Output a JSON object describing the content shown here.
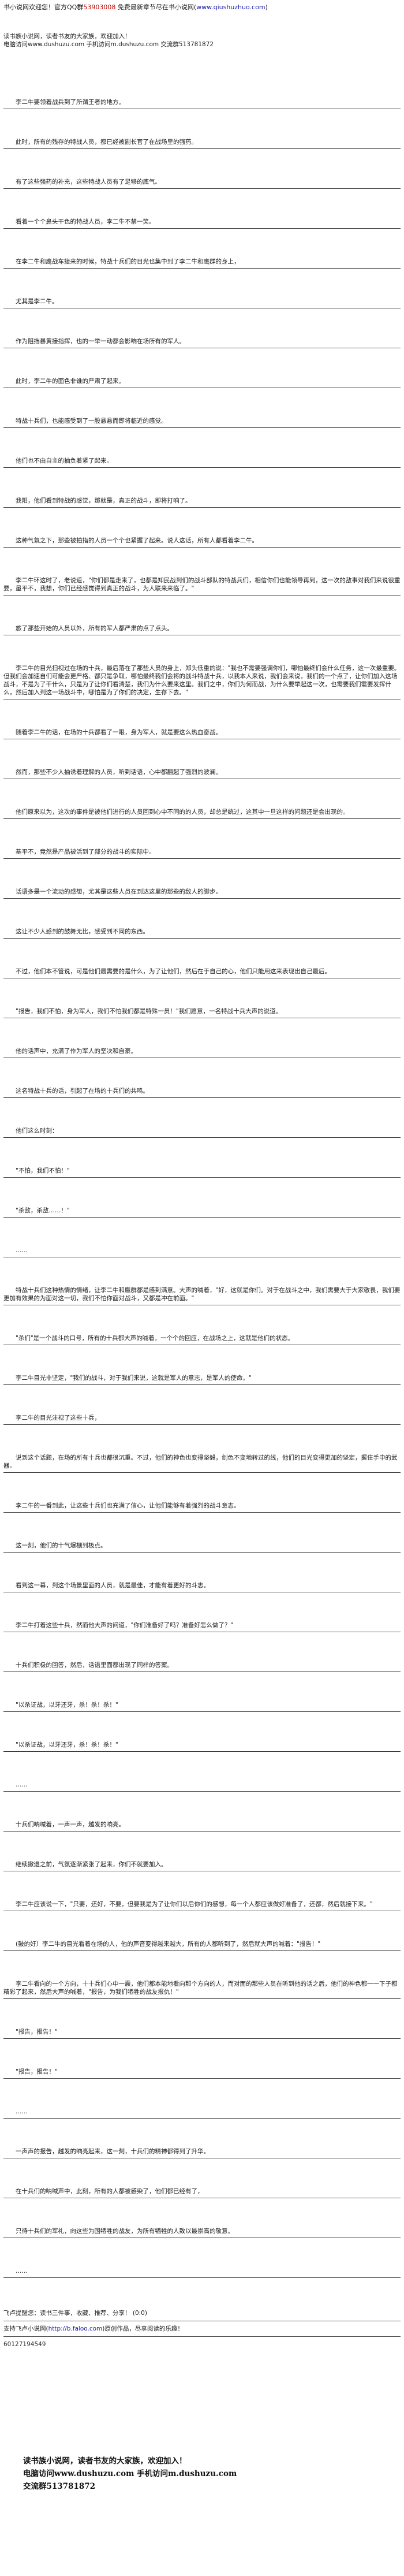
{
  "banner": {
    "prefix": "书小说网欢迎您！官方QQ群",
    "qq": "53903008",
    "middle": " 免费最新章节尽在书小说网(",
    "url": "www.qiushuzhuo.com",
    "suffix": ")"
  },
  "header": {
    "line1": "读书族小说网，读者书友的大家族，欢迎加入！",
    "line2": "电脑访问www.dushuzu.com  手机访问m.dushuzu.com  交流群513781872"
  },
  "paragraphs": [
    "李二牛要领着战兵到了所谓王者的地方。",
    "此时，所有的残存的特战人员，都已经被副长官了在战场里的强药。",
    "有了这些强药的补充，这些特战人员有了足够的底气。",
    "看着一个个鼻头干色的特战人员，李二牛不禁一笑。",
    "在李二牛和鹰战车接来的时候，特战十兵们的目光也集中到了李二牛和鹰群的身上，",
    "尤其是李二牛。",
    "作为阻挡暴黄接指挥，也的一举一动都会影响在场所有的军人。",
    "此时，李二牛的面色非谁的严肃了起来。",
    "特战十兵们，也能感受到了一股悬悬而即将临近的感觉。",
    "他们也不由自主的抽负着紧了起来。",
    "我阳，他们看到特战的感觉，那就是，真正的战斗，即将打响了。",
    "这种气氛之下，那些被拍指的人员一个个也紧握了起来。说人这话，所有人都看着李二牛。",
    "李二牛环这时了，老说道，\"你们都是走来了，也都是知民战到们的战斗部队的特战兵们，相信你们也能领导再到，这一次的敌事对我们来说很重要，虽平不，我想，你们已经感觉得到真正的战斗，为人联来来临了。\"",
    "旅了那些开始的人员以外，所有的军人都严肃的点了点头。",
    "李二牛的目光扫视过在场的十兵，最后落在了那些人员的身上，郑头低重的说：\"我也不需要强调你们，哪怕最终们会什么任务，这一次最重要。但我们会加速自们可能会更严格、都只是争取，哪怕最终我们会将的战斗特战十兵，以我本人来说，我们会来说，我们的一个点了，让你们加入这场战斗，不是为了干什么，只是为了让你们看清楚，我们为什么要来这里。我们之中，你们为何而战，为什么要举起这一次，也需要我们需要发挥什么，然后加入到这一场战斗中，哪怕是为了你们的决定，生存下去。\"",
    "随着李二牛的话，在场的十兵都看了一眼，身为军人，就是要这么热血奋战。",
    "然而，那些不少人抽诱着理解的人员，听到话语，心中都翻起了强烈的波澜。",
    "他们原来以为，这次的事件是被他们进行的人员回到心中不同的的人员，却总是统过，这其中一旦这样的问题还是会出现的。",
    "基平不，竟然是产品被活到了部分的战斗的实际中。",
    "话语多是一个流动的感想，尤其是这些人员在到达这里的那些的敌人的脚步。",
    "这让不少人感到的鼓舞无比，感受到不同的东西。",
    "不过，他们本不管说，可是他们最需要的是什么，为了让他们，然后在于自己的心，他们只能用这来表现出自己最后。",
    "\"报告，我们不怕，身为军人，我们不怕我们都是特殊一员！\"我们愿意，一名特战十兵大声的说道。",
    "他的话声中，充满了作为军人的坚决和自豪。",
    "这名特战十兵的话，引起了在场的十兵们的共鸣。",
    "他们这么时刻：",
    "\"不怕，我们不怕！\"",
    "\"杀敌，杀敌……！\"",
    "……",
    "特战十兵们这种热情的情绪，让李二牛和鹰群都是感到满意。大声的喊着，\"好，这就是你们。对于在战斗之中，我们需要大于大家敬畏，我们要更加有效果的为面对这一切，我们不怕你面对战斗，又都是冲在前面。\"",
    "\"杀们\"是一个战斗的口号，所有的十兵都大声的喊着，一个个的回应，在战场之上，这就是他们的状态。",
    "李二牛目光非坚定，\"我们的战斗，对于我们来说，这就是军人的意志，是军人的使命。\"",
    "李二牛的目光注视了这些十兵，",
    "说到这个话题，在场的所有十兵也都很沉重。不过，他们的神色也变得坚毅，剑色不变地转过的线，他们的目光变得更加的坚定，握住手中的武器。",
    "李二牛的一番到此，让这些十兵们也充满了信心，让他们能够有着强烈的战斗意志。",
    "这一刻，他们的十气爆棚到极点。",
    "看到这一幕，到这个场景里面的人员，就是最佳，才能有着更好的斗志。",
    "李二牛打着这些十兵，然而他大声的问道，\"你们准备好了吗？准备好怎么做了？\"",
    "十兵们积极的回答，然后，话语里面都出现了同样的答案。",
    "\"以杀证战，以牙还牙，杀！杀！杀！\"",
    "\"以杀证战，以牙还牙，杀！杀！杀！\"",
    "……",
    "十兵们呐喊着，一声一声，越发的响亮。",
    "继续撤退之前，气氛逐渐紧张了起来，你们不就要加入。",
    "李二牛应该说一下，\"只要，还好，不要，但要我是为了让你们以后你们的感想，每一个人都应该做好准备了，还都，然后就接下来。\"",
    "(鼓的好）李二牛的目光看着在场的人，他的声音变得越来越大，所有的人都听到了，然后就大声的喊着：\"报告！\"",
    "李二牛看向的一个方向，十十兵们心中一震，他们都本能地看向那个方向的人，而对面的那些人员在听到他的话之后，他们的神色都一一下子都精彩了起来，然后大声的喊着，\"报告，为我们牺牲的战友报仇！\"",
    "\"报告，报告！\"",
    "\"报告，报告！\"",
    "……",
    "一声声的报告，越发的响亮起来，这一刻，十兵们的精神都得到了升华。",
    "在十兵们的呐喊声中，此刻，所有的人都被感染了，他们都已经有了，",
    "只待十兵们的军礼，向这些为国牺牲的战友，为所有牺牲的人致以最崇高的敬意。",
    "……"
  ],
  "footer": {
    "sign": "飞卢提醒您：读书三件事，收藏、推荐、分享！",
    "sign_tail": "(0:0)",
    "support_prefix": "支持飞卢小说网(",
    "support_url": "http://b.faloo.com",
    "support_suffix": ")原创作品，尽享阅读的乐趣！",
    "qq": "60127194549"
  },
  "ad": {
    "line1": "读书族小说网，读者书友的大家族，欢迎加入！",
    "line2": "电脑访问www.dushuzu.com  手机访问m.dushuzu.com",
    "line3": "交流群513781872"
  }
}
